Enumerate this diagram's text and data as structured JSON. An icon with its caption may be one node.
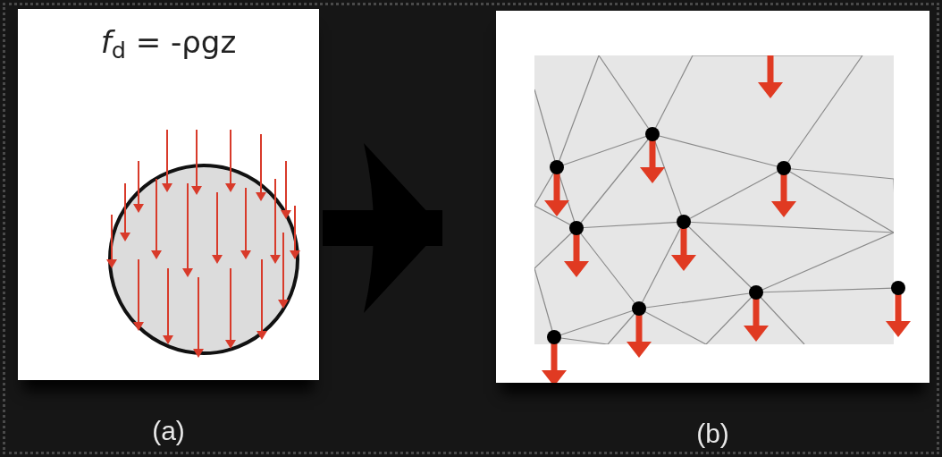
{
  "diagram": {
    "nodes": [
      {
        "text": [
          "*f*$_{d}$ = -ρgz"
        ],
        "beside": [
          "(a)"
        ]
      },
      {
        "text": [],
        "shape": "picture",
        "beside": [
          "(b)"
        ]
      }
    ],
    "edges": [
      {
        "from": 0,
        "to": 1,
        "arrow": "to"
      }
    ]
  }
}
